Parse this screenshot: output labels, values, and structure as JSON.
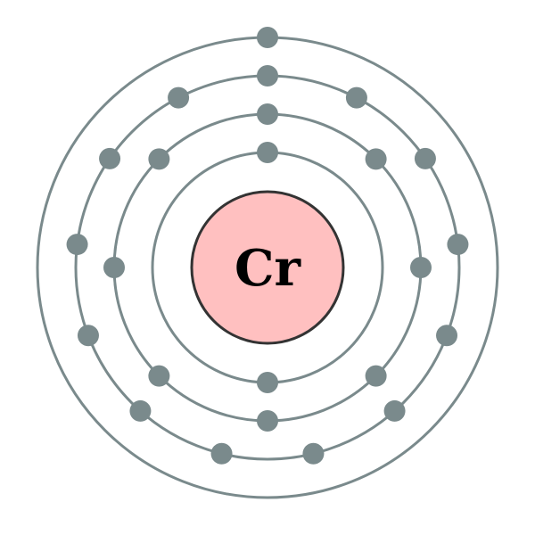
{
  "element": {
    "symbol": "Cr"
  },
  "shells": [
    {
      "electrons": 2
    },
    {
      "electrons": 8
    },
    {
      "electrons": 13
    },
    {
      "electrons": 1
    }
  ],
  "colors": {
    "nucleus_fill": "#ffc0c0",
    "nucleus_stroke": "#333333",
    "shell_stroke": "#7a8a8c",
    "electron_fill": "#7a8a8c",
    "background": "#ffffff"
  }
}
